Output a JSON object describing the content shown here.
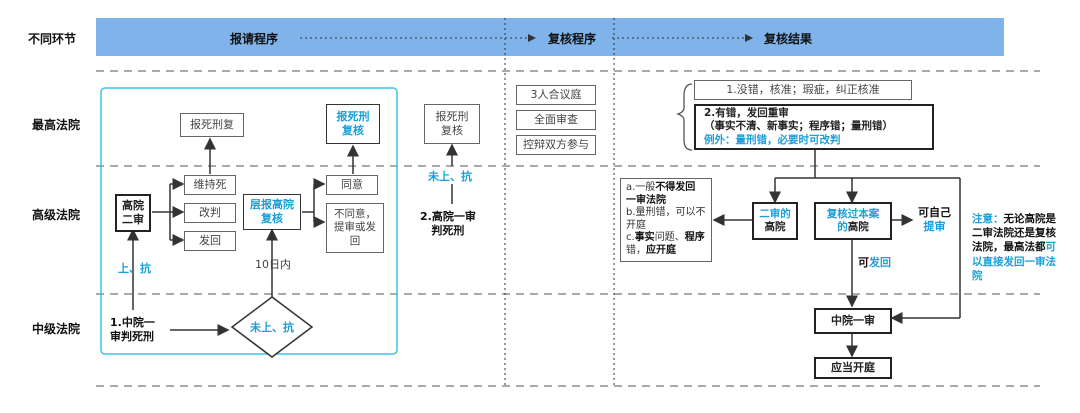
{
  "header": {
    "stage_label": "不同环节",
    "step1": "报请程序",
    "step2": "复核程序",
    "step3": "复核结果"
  },
  "rows": {
    "supreme": "最高法院",
    "high": "高级法院",
    "intermediate": "中级法院"
  },
  "left": {
    "report_review": "报死刑复",
    "report_review2": "报死刑",
    "report_review2b": "复核",
    "high_second": "高院\n二审",
    "maintain": "维持死",
    "change": "改判",
    "remand": "发回",
    "layer_report": "层报高院\n复核",
    "agree": "同意",
    "disagree": "不同意，\n提审或发\n回",
    "ten_days": "10日内",
    "up_kang": "上、抗",
    "int_first": "1.中院一\n审判死刑",
    "not_up": "未上、抗"
  },
  "middle": {
    "report_review3": "报死刑\n复核",
    "not_up2": "未上、抗",
    "high_first": "2.高院一审\n判死刑",
    "panel": "3人合议庭",
    "full_review": "全面审查",
    "both_parties": "控辩双方参与"
  },
  "right": {
    "r1": "1.没错，核准；瑕疵，纠正核准",
    "r2_title": "2.有错，发回重审",
    "r2_detail": "（事实不清、新事实；程序错；量刑错）",
    "r2_exception": "例外：量刑错，必要时可改判",
    "note_a1": "a.一般",
    "note_a2": "不得发回",
    "note_a3": "一审法院",
    "note_b": "b.量刑错，可以不开庭",
    "note_c1": "c.",
    "note_c2": "事实",
    "note_c3": "问题、",
    "note_c4": "程",
    "note_c5": "序",
    "note_c6": "错，",
    "note_c7": "应开庭",
    "second_high_a": "二审的",
    "second_high_b": "高院",
    "review_high_a": "复核过本案",
    "review_high_b": "的",
    "review_high_c": "高院",
    "self_retry_a": "可自己",
    "self_retry_b": "提审",
    "may_remand_a": "可",
    "may_remand_b": "发回",
    "int_first_trial": "中院一审",
    "should_hearing": "应当开庭",
    "note_title": "注意：",
    "note_body": "无论高院是二审法院还是复核法院，最高法都",
    "note_end": "可以直接发回一审法院"
  }
}
